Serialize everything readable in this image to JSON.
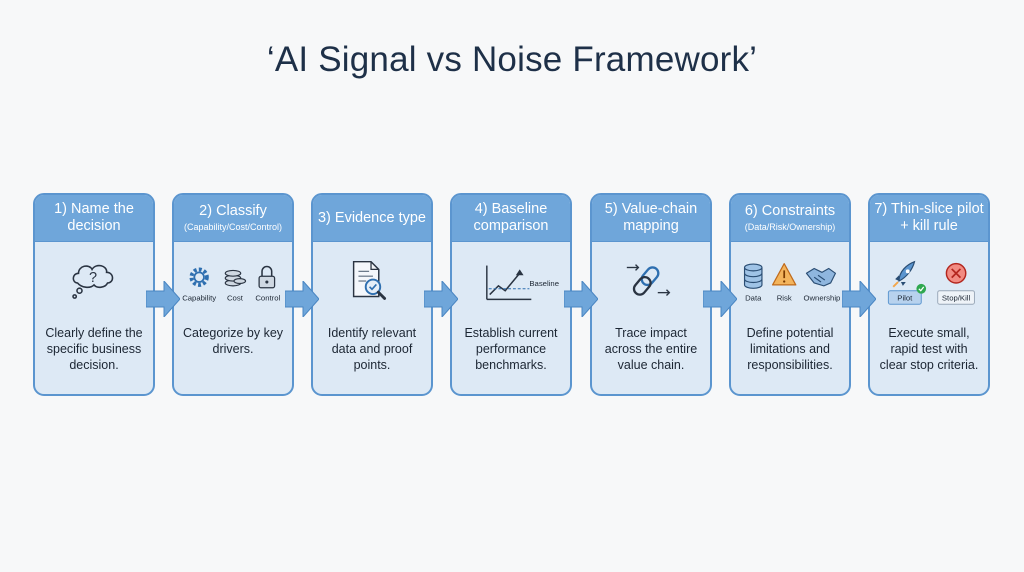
{
  "title": "‘AI Signal vs Noise Framework’",
  "colors": {
    "header_fill": "#6fa6da",
    "card_fill": "#dde9f5",
    "card_border": "#5b95cf",
    "arrow_fill": "#6fa6da",
    "title_text": "#1e3048"
  },
  "steps": [
    {
      "title": "1) Name the decision",
      "subtitle": "",
      "icons": [
        {
          "name": "thought-bubble-question-icon",
          "label": ""
        }
      ],
      "description": "Clearly define the specific business decision."
    },
    {
      "title": "2) Classify",
      "subtitle": "(Capability/Cost/Control)",
      "icons": [
        {
          "name": "gear-icon",
          "label": "Capability"
        },
        {
          "name": "coins-icon",
          "label": "Cost"
        },
        {
          "name": "lock-icon",
          "label": "Control"
        }
      ],
      "description": "Categorize by key drivers."
    },
    {
      "title": "3) Evidence type",
      "subtitle": "",
      "icons": [
        {
          "name": "document-magnifier-icon",
          "label": ""
        }
      ],
      "description": "Identify relevant data and proof points."
    },
    {
      "title": "4) Baseline comparison",
      "subtitle": "",
      "icons": [
        {
          "name": "trend-chart-icon",
          "label": "Baseline"
        }
      ],
      "description": "Establish current performance benchmarks."
    },
    {
      "title": "5) Value-chain mapping",
      "subtitle": "",
      "icons": [
        {
          "name": "chain-link-icon",
          "label": ""
        }
      ],
      "description": "Trace impact across the entire value chain."
    },
    {
      "title": "6) Constraints",
      "subtitle": "(Data/Risk/Ownership)",
      "icons": [
        {
          "name": "database-icon",
          "label": "Data"
        },
        {
          "name": "warning-icon",
          "label": "Risk"
        },
        {
          "name": "handshake-icon",
          "label": "Ownership"
        }
      ],
      "description": "Define potential limitations and responsibilities."
    },
    {
      "title": "7) Thin-slice pilot + kill rule",
      "subtitle": "",
      "icons": [
        {
          "name": "rocket-icon",
          "label": "Pilot"
        },
        {
          "name": "stop-icon",
          "label": "Stop/Kill"
        }
      ],
      "description": "Execute small, rapid test with clear stop criteria."
    }
  ]
}
